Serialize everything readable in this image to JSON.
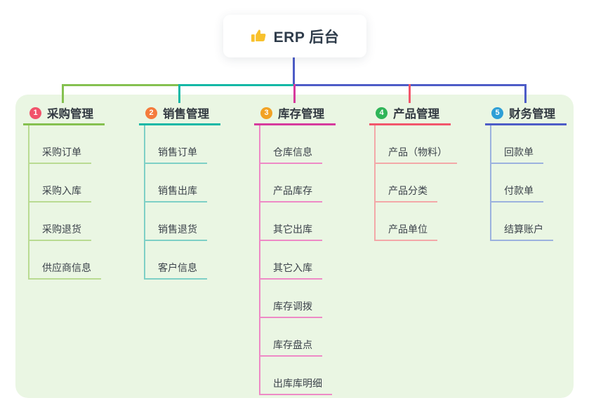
{
  "root": {
    "title": "ERP 后台",
    "icon": "thumbs-up-icon",
    "icon_color": "#f8c12c"
  },
  "theme": {
    "page_background": "#ffffff",
    "map_background": "#eaf6e3",
    "root_card_background": "#ffffff",
    "root_text_color": "#2e3b4a",
    "node_text_color": "#3c434b",
    "header_text_color": "#333a42"
  },
  "connectors": {
    "root_drop_color": "#4d5cc7",
    "bus_left_color": "#85c150",
    "bus_mid_color": "#14b8a6",
    "bus_right_color": "#4d5cc7"
  },
  "branches": [
    {
      "index": "1",
      "label": "采购管理",
      "badge_color": "#f1536b",
      "line_color": "#85c150",
      "light_color": "#b9db92",
      "children": [
        "采购订单",
        "采购入库",
        "采购退货",
        "供应商信息"
      ]
    },
    {
      "index": "2",
      "label": "销售管理",
      "badge_color": "#f47b3c",
      "line_color": "#14b8a6",
      "light_color": "#7ed0c6",
      "children": [
        "销售订单",
        "销售出库",
        "销售退货",
        "客户信息"
      ]
    },
    {
      "index": "3",
      "label": "库存管理",
      "badge_color": "#f2a224",
      "line_color": "#d63a9d",
      "light_color": "#ee8ac6",
      "children": [
        "仓库信息",
        "产品库存",
        "其它出库",
        "其它入库",
        "库存调拨",
        "库存盘点",
        "出库库明细"
      ]
    },
    {
      "index": "4",
      "label": "产品管理",
      "badge_color": "#2fb558",
      "line_color": "#f2566b",
      "light_color": "#f3a8a8",
      "children": [
        "产品（物料）",
        "产品分类",
        "产品单位"
      ]
    },
    {
      "index": "5",
      "label": "财务管理",
      "badge_color": "#2e9fd6",
      "line_color": "#4d5cc7",
      "light_color": "#9cb2de",
      "children": [
        "回款单",
        "付款单",
        "结算账户"
      ]
    }
  ]
}
